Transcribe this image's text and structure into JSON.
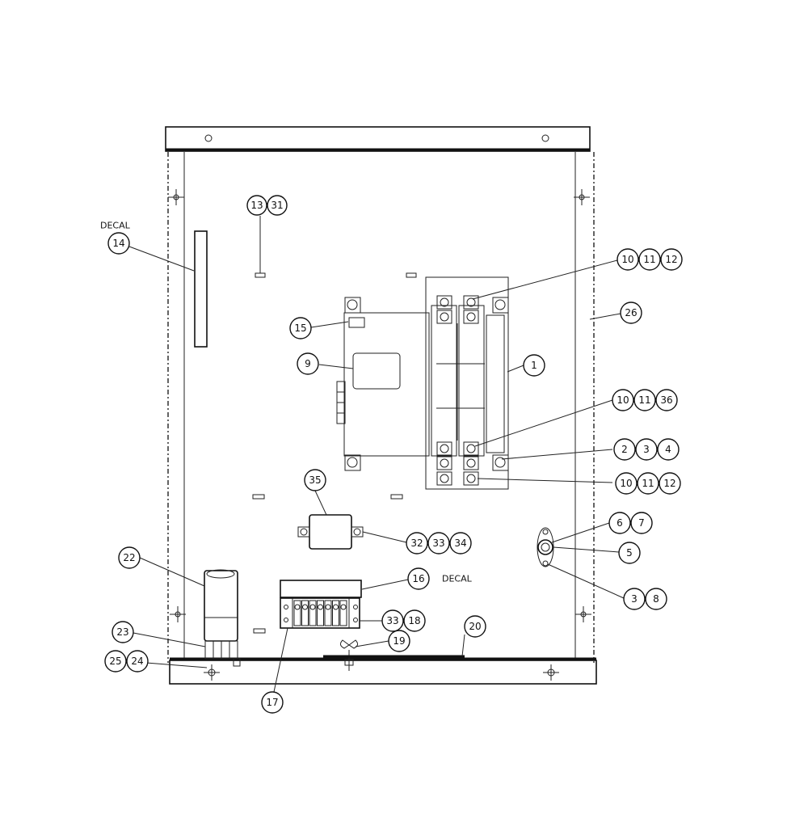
{
  "labels": {
    "decal_left": "DECAL",
    "decal_right": "DECAL"
  },
  "callouts": {
    "c13": "13",
    "c31": "31",
    "c14": "14",
    "c10a": "10",
    "c11a": "11",
    "c12a": "12",
    "c26": "26",
    "c15": "15",
    "c9": "9",
    "c1": "1",
    "c10b": "10",
    "c11b": "11",
    "c36": "36",
    "c2": "2",
    "c3a": "3",
    "c4": "4",
    "c10c": "10",
    "c11c": "11",
    "c12c": "12",
    "c35": "35",
    "c32": "32",
    "c33a": "33",
    "c34": "34",
    "c6": "6",
    "c7": "7",
    "c5": "5",
    "c3b": "3",
    "c8": "8",
    "c22": "22",
    "c16": "16",
    "c33b": "33",
    "c18": "18",
    "c23": "23",
    "c20": "20",
    "c19": "19",
    "c25": "25",
    "c24": "24",
    "c17": "17"
  }
}
